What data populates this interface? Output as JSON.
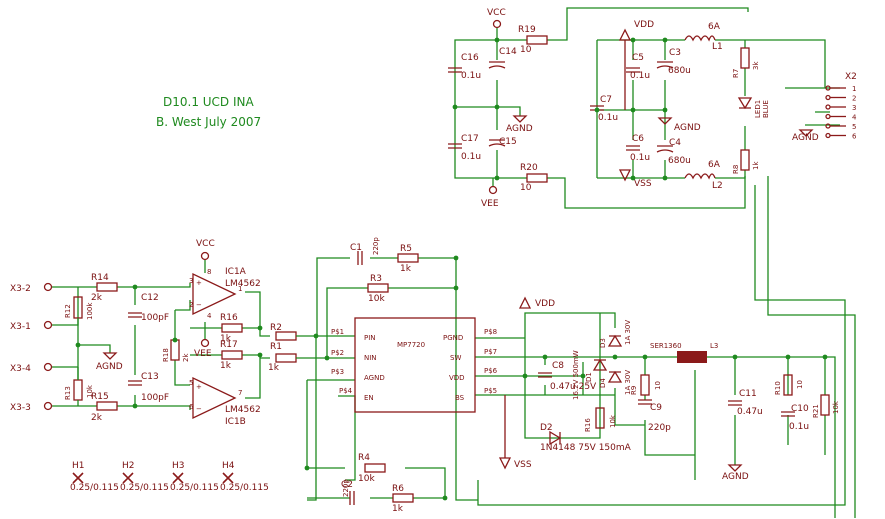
{
  "title": {
    "line1": "D10.1 UCD INA",
    "line2": "B. West  July 2007"
  },
  "power": {
    "vcc": "VCC",
    "vee": "VEE",
    "vdd": "VDD",
    "vss": "VSS",
    "agnd": "AGND"
  },
  "connector": {
    "name": "X2",
    "pins": [
      "1",
      "2",
      "3",
      "4",
      "5",
      "6"
    ]
  },
  "inputs": [
    "X3-2",
    "X3-1",
    "X3-4",
    "X3-3"
  ],
  "opamps": {
    "a_name": "IC1A",
    "a_type": "LM4562",
    "b_name": "IC1B",
    "b_type": "LM4562",
    "pins": {
      "a_plus": "3",
      "a_minus": "2",
      "a_out": "1",
      "b_plus": "5",
      "b_minus": "6",
      "b_out": "7",
      "v8": "8",
      "v4": "4"
    }
  },
  "ic": {
    "name": "MP7720",
    "pins_left": [
      "PIN",
      "NIN",
      "AGND",
      "EN"
    ],
    "pins_right": [
      "PGND",
      "SW",
      "VDD",
      "BS"
    ],
    "pad_left": [
      "P$1",
      "P$2",
      "P$3",
      "P$4"
    ],
    "pad_right": [
      "P$8",
      "P$7",
      "P$6",
      "P$5"
    ]
  },
  "components": {
    "R19": {
      "name": "R19",
      "value": "10"
    },
    "R20": {
      "name": "R20",
      "value": "10"
    },
    "C16": {
      "name": "C16",
      "value": "0.1u"
    },
    "C17": {
      "name": "C17",
      "value": "0.1u"
    },
    "C14": {
      "name": "C14"
    },
    "C15": {
      "name": "C15"
    },
    "C5": {
      "name": "C5",
      "value": "0.1u"
    },
    "C6": {
      "name": "C6",
      "value": "0.1u"
    },
    "C7": {
      "name": "C7",
      "value": "0.1u"
    },
    "C3": {
      "name": "C3",
      "value": "680u"
    },
    "C4": {
      "name": "C4",
      "value": "680u"
    },
    "L1": {
      "name": "L1",
      "value": "6A"
    },
    "L2": {
      "name": "L2",
      "value": "6A"
    },
    "R7": {
      "name": "R7",
      "value": "3k"
    },
    "R8": {
      "name": "R8",
      "value": "1k"
    },
    "LED1": {
      "name": "LED1",
      "value": "BLUE"
    },
    "R14": {
      "name": "R14",
      "value": "2k"
    },
    "R15": {
      "name": "R15",
      "value": "2k"
    },
    "R12": {
      "name": "R12",
      "value": "100k"
    },
    "R13": {
      "name": "R13",
      "value": "10k"
    },
    "C12": {
      "name": "C12",
      "value": "100pF"
    },
    "C13": {
      "name": "C13",
      "value": "100pF"
    },
    "R16": {
      "name": "R16",
      "value": "1k"
    },
    "R17": {
      "name": "R17",
      "value": "1k"
    },
    "R18": {
      "name": "R18",
      "value": "2k"
    },
    "R2": {
      "name": "R2"
    },
    "R1": {
      "name": "R1",
      "value": "1k"
    },
    "C1": {
      "name": "C1",
      "value": "220p"
    },
    "R5": {
      "name": "R5",
      "value": "1k"
    },
    "R3": {
      "name": "R3",
      "value": "10k"
    },
    "D3": {
      "name": "D3",
      "value": "1A 30V"
    },
    "D4": {
      "name": "D4",
      "value": "1A 30V"
    },
    "D1": {
      "name": "D1",
      "value": "16.2V 500mW"
    },
    "C8": {
      "name": "C8",
      "value": "0.47u 25V"
    },
    "R16b": {
      "name": "R16",
      "value": "10k"
    },
    "D2": {
      "name": "D2",
      "value": "1N4148 75V 150mA"
    },
    "R9": {
      "name": "R9",
      "value": "10"
    },
    "C9": {
      "name": "C9",
      "value": "220p"
    },
    "L3": {
      "name": "L3",
      "value": "SER1360"
    },
    "C11": {
      "name": "C11",
      "value": "0.47u"
    },
    "R10": {
      "name": "R10",
      "value": "10"
    },
    "C10": {
      "name": "C10",
      "value": "0.1u"
    },
    "R21": {
      "name": "R21",
      "value": "10k"
    },
    "R4": {
      "name": "R4",
      "value": "10k"
    },
    "C2": {
      "name": "C2",
      "value": "220p"
    },
    "R6": {
      "name": "R6",
      "value": "1k"
    }
  },
  "holes": [
    {
      "name": "H1",
      "value": "0.25/0.115"
    },
    {
      "name": "H2",
      "value": "0.25/0.115"
    },
    {
      "name": "H3",
      "value": "0.25/0.115"
    },
    {
      "name": "H4",
      "value": "0.25/0.115"
    }
  ]
}
